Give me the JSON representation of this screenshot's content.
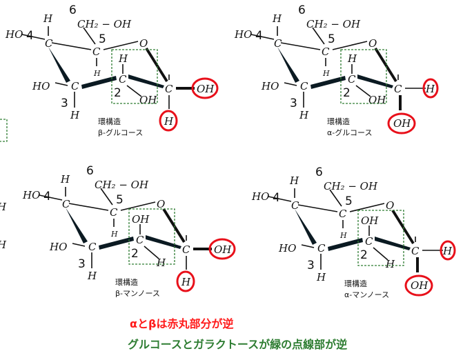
{
  "colors": {
    "alpha_beta_note": "#ff1a1a",
    "glucose_galactose_note": "#2e7d32",
    "circle": "#e8101a",
    "box": "#2e7d32"
  },
  "panels": [
    {
      "caption_line1": "環構造",
      "caption_line2": "β-グルコース",
      "anomer": "beta",
      "c2": "glucose"
    },
    {
      "caption_line1": "環構造",
      "caption_line2": "α-グルコース",
      "anomer": "alpha",
      "c2": "glucose"
    },
    {
      "caption_line1": "環構造",
      "caption_line2": "β-マンノース",
      "anomer": "beta",
      "c2": "mannose"
    },
    {
      "caption_line1": "環構造",
      "caption_line2": "α-マンノース",
      "anomer": "alpha",
      "c2": "mannose"
    }
  ],
  "atoms": {
    "C": "C",
    "H": "H",
    "O": "O",
    "OH": "OH",
    "HO": "HO",
    "CH2OH": "CH₂ − OH",
    "n1": "4",
    "n2": "6",
    "n3": "5",
    "n4": "3",
    "n5": "2"
  },
  "edge_labels": [
    "H",
    "H"
  ],
  "notes": {
    "alpha_beta": "αとβは赤丸部分が逆",
    "glucose_galactose": "グルコースとガラクトースが緑の点線部が逆"
  }
}
